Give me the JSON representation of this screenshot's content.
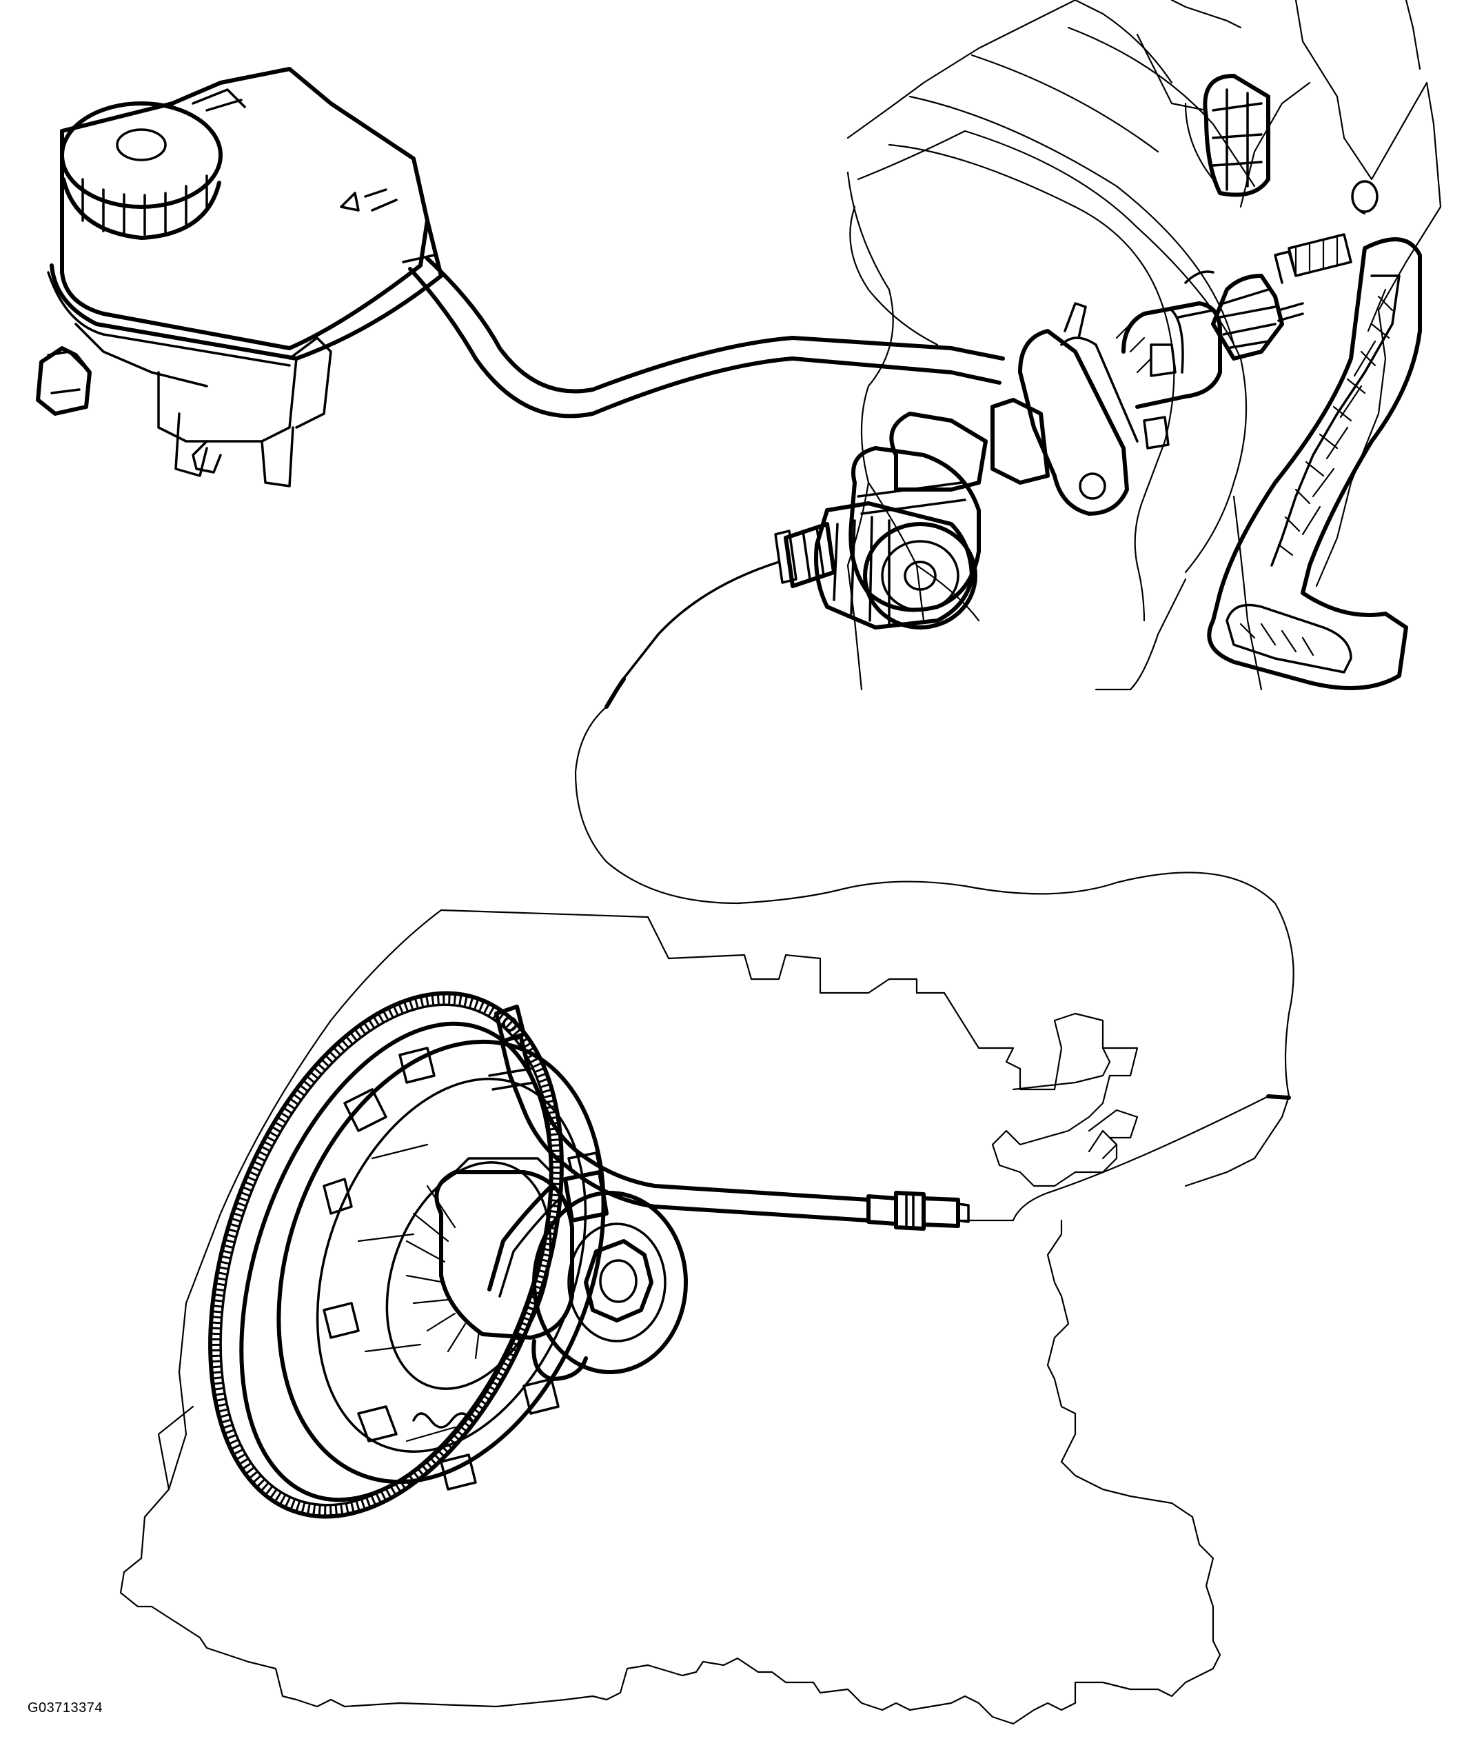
{
  "figure": {
    "id": "G03713374"
  },
  "components": [
    {
      "name": "fluid-reservoir"
    },
    {
      "name": "supply-hose"
    },
    {
      "name": "clutch-master-cylinder"
    },
    {
      "name": "clutch-pedal"
    },
    {
      "name": "hydraulic-line"
    },
    {
      "name": "transmission-housing-outline"
    },
    {
      "name": "flywheel"
    },
    {
      "name": "clutch-pressure-plate"
    },
    {
      "name": "concentric-slave-cylinder"
    },
    {
      "name": "line-connector"
    }
  ],
  "colors": {
    "ink": "#000000",
    "paper": "#ffffff"
  }
}
